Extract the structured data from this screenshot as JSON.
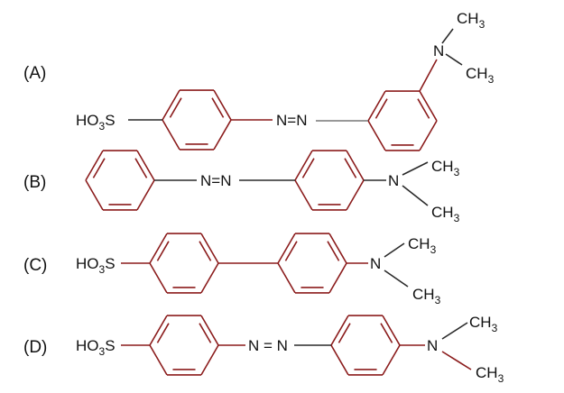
{
  "colors": {
    "ring": "#8b1c1c",
    "bond": "#2a2a2a",
    "text": "#111111"
  },
  "molecules": [
    {
      "label": "(A)",
      "left_group": "HO3S",
      "linker": "N=N",
      "amine": "N",
      "methyl_top": "CH3",
      "methyl_bottom": "CH3"
    },
    {
      "label": "(B)",
      "linker": "N=N",
      "amine": "N",
      "methyl_top": "CH3",
      "methyl_bottom": "CH3"
    },
    {
      "label": "(C)",
      "left_group": "HO3S",
      "amine": "N",
      "methyl_top": "CH3",
      "methyl_bottom": "CH3"
    },
    {
      "label": "(D)",
      "left_group": "HO3S",
      "linker": "N = N",
      "amine": "N",
      "methyl_top": "CH3",
      "methyl_bottom": "CH3"
    }
  ]
}
